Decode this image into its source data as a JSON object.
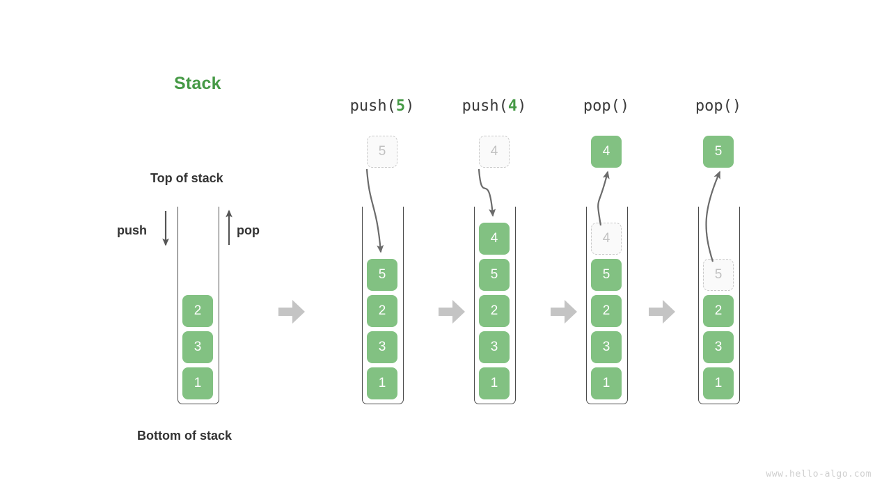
{
  "title": "Stack",
  "labels": {
    "top_of_stack": "Top of stack",
    "bottom_of_stack": "Bottom of stack",
    "push": "push",
    "pop": "pop"
  },
  "colors": {
    "accent_green": "#459945",
    "cell_green": "#82c182",
    "cell_text": "#ffffff",
    "ghost_fill": "#fafafa",
    "ghost_border": "#c8c8c8",
    "ghost_text": "#c0c0c0",
    "container_stroke": "#4a4a4a",
    "flow_arrow": "#6b6b6b",
    "step_arrow": "#c4c4c4",
    "label_text": "#333333",
    "watermark": "#cfcfcf"
  },
  "initial_stack": {
    "name": "initial",
    "cells": [
      "2",
      "3",
      "1"
    ]
  },
  "steps": [
    {
      "header_prefix": "push(",
      "header_arg": "5",
      "header_suffix": ")",
      "operation": "push",
      "floating_value": "5",
      "floating_style": "ghost",
      "cells": [
        "5",
        "2",
        "3",
        "1"
      ],
      "ghost_index": -1
    },
    {
      "header_prefix": "push(",
      "header_arg": "4",
      "header_suffix": ")",
      "operation": "push",
      "floating_value": "4",
      "floating_style": "ghost",
      "cells": [
        "4",
        "5",
        "2",
        "3",
        "1"
      ],
      "ghost_index": -1
    },
    {
      "header_prefix": "pop(",
      "header_arg": "",
      "header_suffix": ")",
      "operation": "pop",
      "floating_value": "4",
      "floating_style": "solid",
      "cells": [
        "4",
        "5",
        "2",
        "3",
        "1"
      ],
      "ghost_index": 0
    },
    {
      "header_prefix": "pop(",
      "header_arg": "",
      "header_suffix": ")",
      "operation": "pop",
      "floating_value": "5",
      "floating_style": "solid",
      "cells": [
        "5",
        "2",
        "3",
        "1"
      ],
      "ghost_index": 0
    }
  ],
  "step_separators": [
    "arrow-right",
    "arrow-right",
    "arrow-right",
    "arrow-right"
  ],
  "watermark": "www.hello-algo.com"
}
